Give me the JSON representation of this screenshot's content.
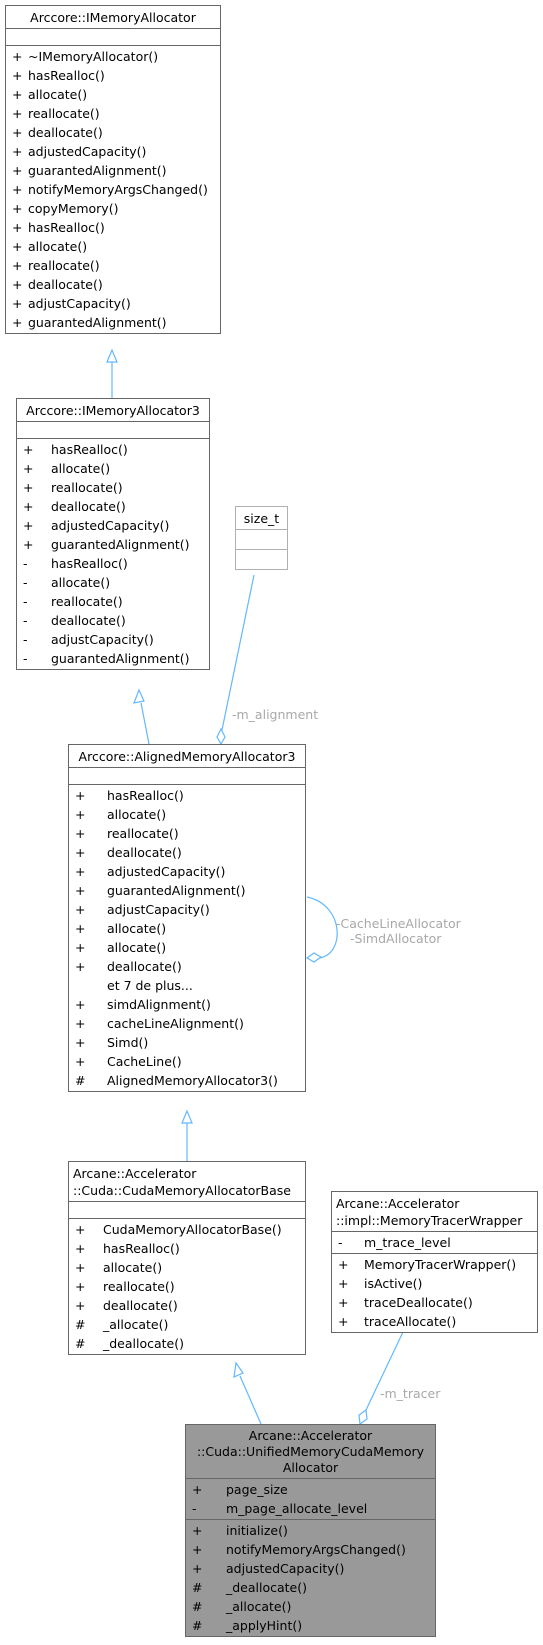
{
  "classes": {
    "imemoryallocator": {
      "title": [
        "Arccore::IMemoryAllocator"
      ],
      "members": [
        {
          "vis": "+",
          "name": "~IMemoryAllocator()"
        },
        {
          "vis": "+",
          "name": "hasRealloc()"
        },
        {
          "vis": "+",
          "name": "allocate()"
        },
        {
          "vis": "+",
          "name": "reallocate()"
        },
        {
          "vis": "+",
          "name": "deallocate()"
        },
        {
          "vis": "+",
          "name": "adjustedCapacity()"
        },
        {
          "vis": "+",
          "name": "guarantedAlignment()"
        },
        {
          "vis": "+",
          "name": "notifyMemoryArgsChanged()"
        },
        {
          "vis": "+",
          "name": "copyMemory()"
        },
        {
          "vis": "+",
          "name": "hasRealloc()"
        },
        {
          "vis": "+",
          "name": "allocate()"
        },
        {
          "vis": "+",
          "name": "reallocate()"
        },
        {
          "vis": "+",
          "name": "deallocate()"
        },
        {
          "vis": "+",
          "name": "adjustCapacity()"
        },
        {
          "vis": "+",
          "name": "guarantedAlignment()"
        }
      ]
    },
    "imemoryallocator3": {
      "title": [
        "Arccore::IMemoryAllocator3"
      ],
      "members": [
        {
          "vis": "+",
          "name": "hasRealloc()"
        },
        {
          "vis": "+",
          "name": "allocate()"
        },
        {
          "vis": "+",
          "name": "reallocate()"
        },
        {
          "vis": "+",
          "name": "deallocate()"
        },
        {
          "vis": "+",
          "name": "adjustedCapacity()"
        },
        {
          "vis": "+",
          "name": "guarantedAlignment()"
        },
        {
          "vis": "-",
          "name": "hasRealloc()"
        },
        {
          "vis": "-",
          "name": "allocate()"
        },
        {
          "vis": "-",
          "name": "reallocate()"
        },
        {
          "vis": "-",
          "name": "deallocate()"
        },
        {
          "vis": "-",
          "name": "adjustCapacity()"
        },
        {
          "vis": "-",
          "name": "guarantedAlignment()"
        }
      ]
    },
    "size_t": {
      "title": [
        "size_t"
      ]
    },
    "alignedmemoryallocator3": {
      "title": [
        "Arccore::AlignedMemoryAllocator3"
      ],
      "members": [
        {
          "vis": "+",
          "name": "hasRealloc()"
        },
        {
          "vis": "+",
          "name": "allocate()"
        },
        {
          "vis": "+",
          "name": "reallocate()"
        },
        {
          "vis": "+",
          "name": "deallocate()"
        },
        {
          "vis": "+",
          "name": "adjustedCapacity()"
        },
        {
          "vis": "+",
          "name": "guarantedAlignment()"
        },
        {
          "vis": "+",
          "name": "adjustCapacity()"
        },
        {
          "vis": "+",
          "name": "allocate()"
        },
        {
          "vis": "+",
          "name": "allocate()"
        },
        {
          "vis": "+",
          "name": "deallocate()"
        },
        {
          "vis": "",
          "name": "et 7 de plus..."
        },
        {
          "vis": "+",
          "name": "simdAlignment()"
        },
        {
          "vis": "+",
          "name": "cacheLineAlignment()"
        },
        {
          "vis": "+",
          "name": "Simd()"
        },
        {
          "vis": "+",
          "name": "CacheLine()"
        },
        {
          "vis": "#",
          "name": "AlignedMemoryAllocator3()"
        }
      ]
    },
    "cudamemoryallocatorbase": {
      "title": [
        "Arcane::Accelerator",
        "::Cuda::CudaMemoryAllocatorBase"
      ],
      "members": [
        {
          "vis": "+",
          "name": "CudaMemoryAllocatorBase()"
        },
        {
          "vis": "+",
          "name": "hasRealloc()"
        },
        {
          "vis": "+",
          "name": "allocate()"
        },
        {
          "vis": "+",
          "name": "reallocate()"
        },
        {
          "vis": "+",
          "name": "deallocate()"
        },
        {
          "vis": "#",
          "name": "_allocate()"
        },
        {
          "vis": "#",
          "name": "_deallocate()"
        }
      ]
    },
    "memorytracerwrapper": {
      "title": [
        "Arcane::Accelerator",
        "::impl::MemoryTracerWrapper"
      ],
      "attributes": [
        {
          "vis": "-",
          "name": "m_trace_level"
        }
      ],
      "members": [
        {
          "vis": "+",
          "name": "MemoryTracerWrapper()"
        },
        {
          "vis": "+",
          "name": "isActive()"
        },
        {
          "vis": "+",
          "name": "traceDeallocate()"
        },
        {
          "vis": "+",
          "name": "traceAllocate()"
        }
      ]
    },
    "unifiedmemorycudamemoryallocator": {
      "title": [
        "Arcane::Accelerator",
        "::Cuda::UnifiedMemoryCudaMemory",
        "Allocator"
      ],
      "attributes": [
        {
          "vis": "+",
          "name": "page_size"
        },
        {
          "vis": "-",
          "name": "m_page_allocate_level"
        }
      ],
      "members": [
        {
          "vis": "+",
          "name": "initialize()"
        },
        {
          "vis": "+",
          "name": "notifyMemoryArgsChanged()"
        },
        {
          "vis": "+",
          "name": "adjustedCapacity()"
        },
        {
          "vis": "#",
          "name": "_deallocate()"
        },
        {
          "vis": "#",
          "name": "_allocate()"
        },
        {
          "vis": "#",
          "name": "_applyHint()"
        }
      ]
    }
  },
  "edge_labels": {
    "m_alignment": "-m_alignment",
    "self_assoc": [
      "-CacheLineAllocator",
      "-SimdAllocator"
    ],
    "m_tracer": "-m_tracer"
  },
  "colors": {
    "edge": "#63b8ff",
    "label": "#a8a8a8",
    "focus_fill": "#999999",
    "border": "#666666"
  }
}
